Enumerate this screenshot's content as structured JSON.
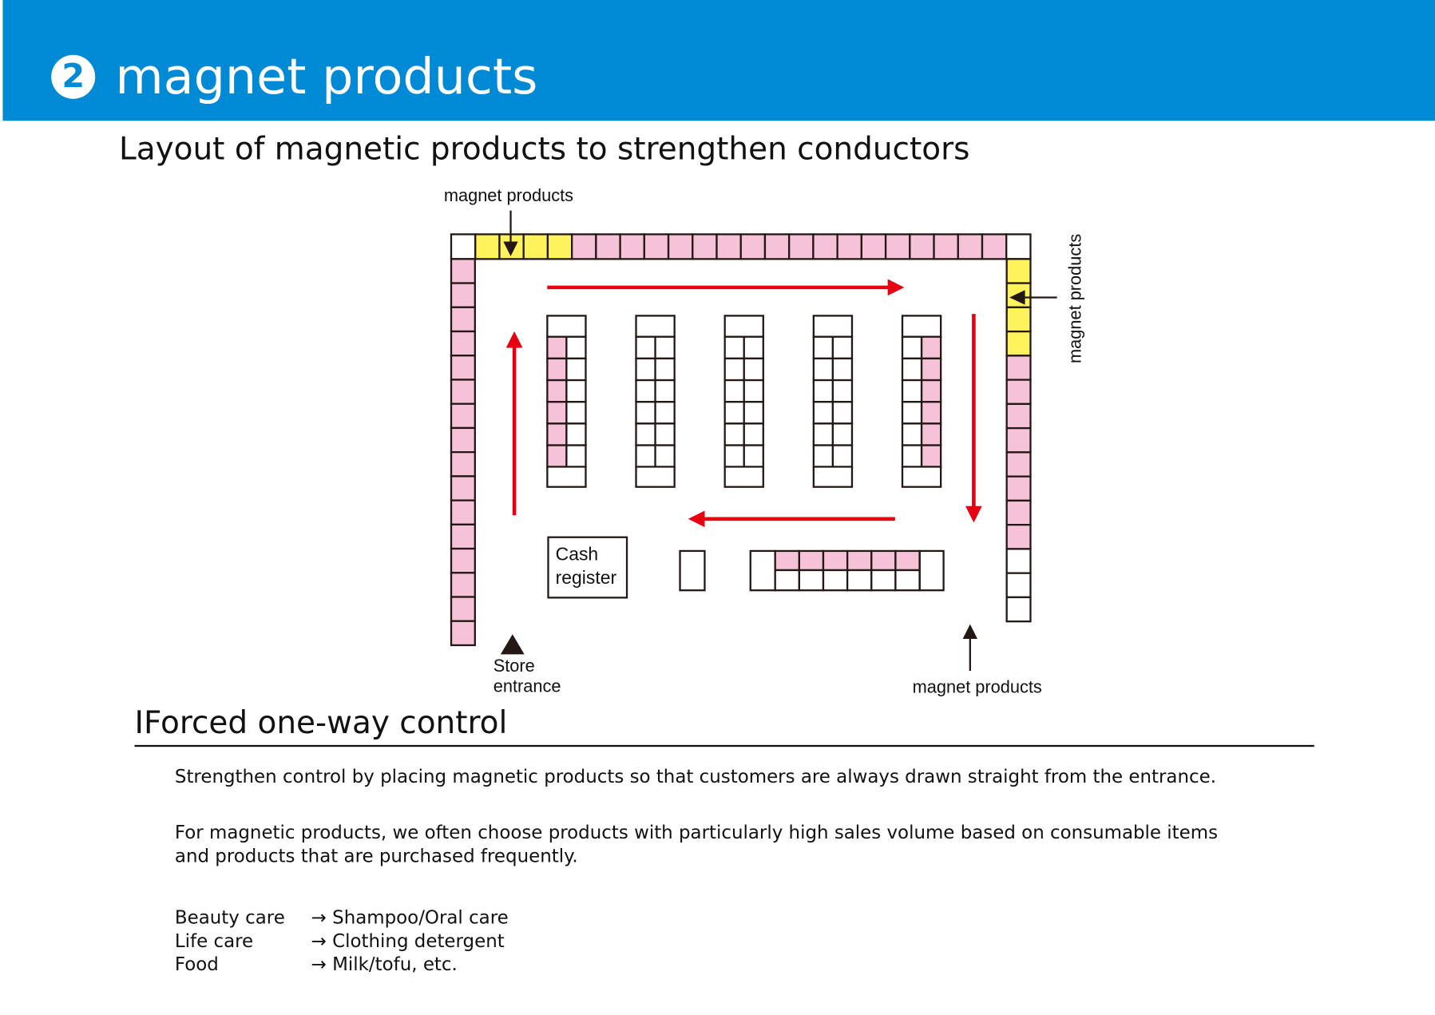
{
  "header": {
    "number": "2",
    "title": "magnet products"
  },
  "subtitle": "Layout of magnetic products to strengthen conductors",
  "diagram": {
    "labels": {
      "top_magnet": "magnet products",
      "right_magnet": "magnet products",
      "bottom_magnet": "magnet products",
      "cash_register_line1": "Cash",
      "cash_register_line2": "register",
      "store_entrance_line1": "Store",
      "store_entrance_line2": "entrance"
    },
    "colors": {
      "magnet": "#fff35c",
      "product": "#f5c2d8",
      "empty": "#ffffff",
      "flow_arrow": "#e60012",
      "header": "#0089d5"
    },
    "top_row": [
      "empty",
      "magnet",
      "magnet",
      "magnet",
      "magnet",
      "product",
      "product",
      "product",
      "product",
      "product",
      "product",
      "product",
      "product",
      "product",
      "product",
      "product",
      "product",
      "product",
      "product",
      "product",
      "product",
      "product",
      "product",
      "empty"
    ],
    "left_column_count": 16,
    "right_column": [
      "magnet",
      "magnet",
      "magnet",
      "magnet",
      "product",
      "product",
      "product",
      "product",
      "product",
      "product",
      "product",
      "product",
      "empty",
      "empty",
      "empty"
    ],
    "gondolas": [
      {
        "left": "product",
        "right": "empty"
      },
      {
        "left": "empty",
        "right": "empty"
      },
      {
        "left": "empty",
        "right": "empty"
      },
      {
        "left": "empty",
        "right": "empty"
      },
      {
        "left": "empty",
        "right": "product"
      }
    ],
    "flow": [
      "right",
      "down",
      "left",
      "up"
    ]
  },
  "section": {
    "heading": "IForced one-way control",
    "paragraph1": "Strengthen control by placing magnetic products so that customers are always drawn straight from the entrance.",
    "paragraph2_line1": "For magnetic products, we often choose products with particularly high sales volume based on consumable items",
    "paragraph2_line2": "and products that are purchased frequently.",
    "examples": [
      {
        "category": "Beauty care",
        "item": "→ Shampoo/Oral care"
      },
      {
        "category": "Life care",
        "item": "→ Clothing detergent"
      },
      {
        "category": "Food",
        "item": "→ Milk/tofu, etc."
      }
    ]
  }
}
